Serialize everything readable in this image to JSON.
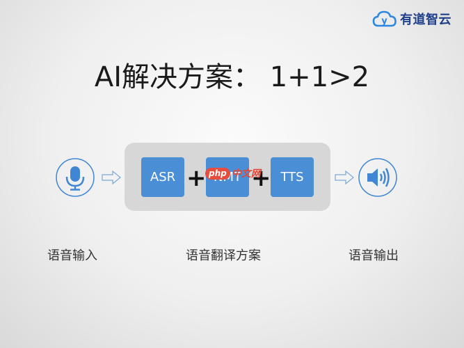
{
  "logo": {
    "text": "有道智云"
  },
  "title": "AI解决方案： 1+1>2",
  "pipeline": {
    "boxes": [
      "ASR",
      "NMT",
      "TTS"
    ],
    "plus": "+"
  },
  "watermark": {
    "php": "php",
    "site": "中文网"
  },
  "labels": {
    "input": "语音输入",
    "translation": "语音翻译方案",
    "output": "语音输出"
  },
  "colors": {
    "accent": "#4a8fd6",
    "panel": "#d7d7d7",
    "logo": "#1f3f8a",
    "watermark": "#e74c3c"
  },
  "icons": [
    "logo-cloud-icon",
    "microphone-icon",
    "arrow-right-icon",
    "speaker-icon"
  ]
}
